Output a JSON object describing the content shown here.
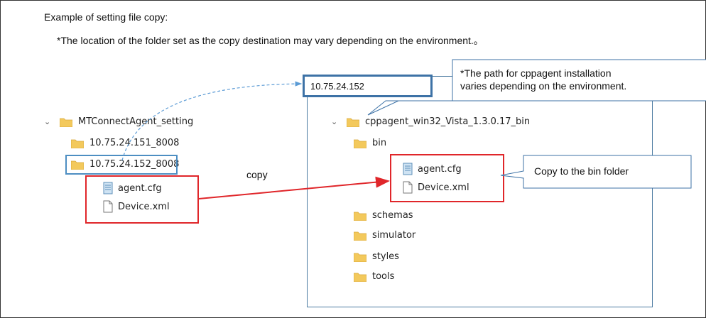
{
  "heading": "Example of setting file copy:",
  "note": "*The location of the folder set as the copy destination may vary depending on the environment.。",
  "left_tree": {
    "root": "MTConnectAgent_setting",
    "folders": [
      "10.75.24.151_8008",
      "10.75.24.152_8008"
    ],
    "files": [
      "agent.cfg",
      "Device.xml"
    ]
  },
  "copy_label": "copy",
  "address_box": "10.75.24.152",
  "path_callout": {
    "line1": "*The path for cppagent installation",
    "line2": "varies depending on the environment."
  },
  "bin_callout": "Copy to the bin folder",
  "right_tree": {
    "root": "cppagent_win32_Vista_1.3.0.17_bin",
    "bin": "bin",
    "files": [
      "agent.cfg",
      "Device.xml"
    ],
    "folders": [
      "schemas",
      "simulator",
      "styles",
      "tools"
    ]
  },
  "colors": {
    "red": "#e0262a",
    "blue_frame": "#3d72a6",
    "dashed_arrow": "#5b9bd5",
    "folder": "#f3c95c"
  }
}
